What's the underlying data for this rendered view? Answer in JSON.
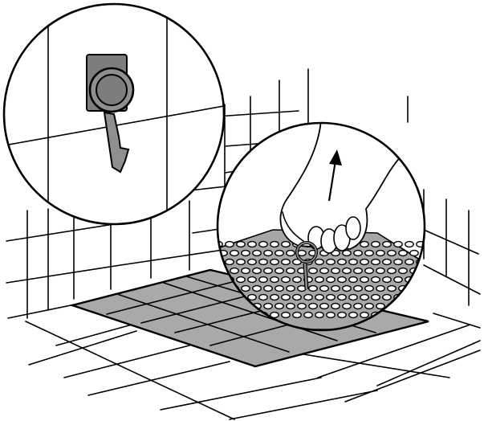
{
  "illustration": {
    "kind": "instruction-diagram",
    "caption": "",
    "colors": {
      "line": "#000000",
      "background": "#ffffff",
      "floor_tile": "#a9a9a9",
      "mat": "#a6a6a6",
      "hook": "#8f8f8f",
      "hook_holder": "#7d7d7d",
      "skin": "#ffffff"
    },
    "icons": {
      "wall_hook": "hook-icon",
      "lift_direction": "arrow-up-icon"
    },
    "mat_hole_grid": {
      "rows": 9,
      "columns": 19
    }
  }
}
